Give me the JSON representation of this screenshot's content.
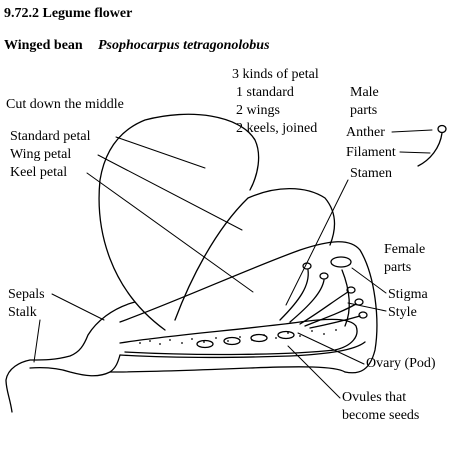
{
  "header": {
    "title": "9.72.2  Legume flower",
    "common_name": "Winged bean",
    "scientific_name": "Psophocarpus tetragonolobus"
  },
  "labels": {
    "cut": "Cut down the middle",
    "standard_petal": "Standard petal",
    "wing_petal": "Wing petal",
    "keel_petal": "Keel petal",
    "kinds_heading": "3 kinds of petal",
    "kinds_1": "1 standard",
    "kinds_2": "2 wings",
    "kinds_3": "2 keels, joined",
    "male_1": "Male",
    "male_2": "parts",
    "anther": "Anther",
    "filament": "Filament",
    "stamen": "Stamen",
    "female_1": "Female",
    "female_2": "parts",
    "stigma": "Stigma",
    "style": "Style",
    "ovary": "Ovary (Pod)",
    "ovules_1": "Ovules that",
    "ovules_2": "become seeds",
    "sepals": "Sepals",
    "stalk": "Stalk"
  },
  "colors": {
    "ink": "#000000",
    "paper": "#ffffff"
  }
}
